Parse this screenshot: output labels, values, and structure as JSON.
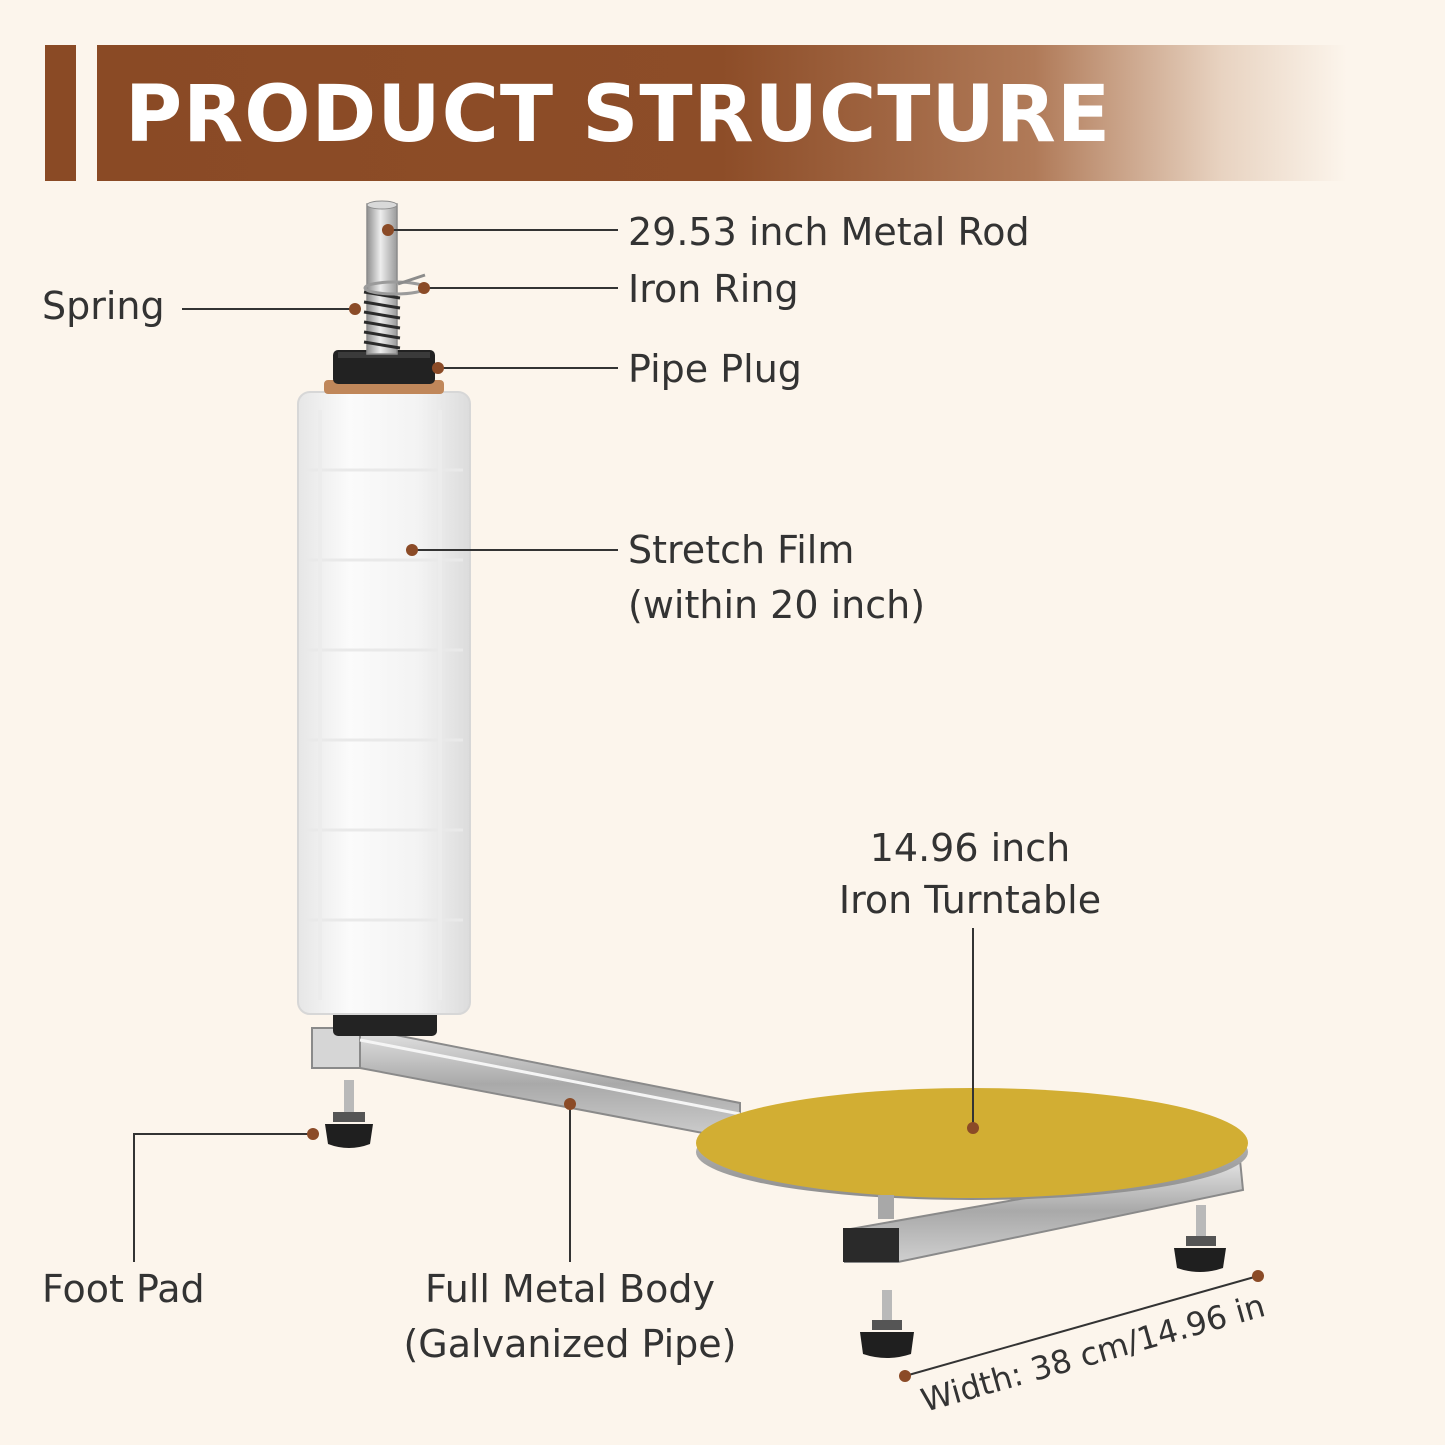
{
  "title": "PRODUCT STRUCTURE",
  "labels": {
    "metal_rod": "29.53 inch Metal Rod",
    "iron_ring": "Iron Ring",
    "spring": "Spring",
    "pipe_plug": "Pipe Plug",
    "stretch_film_line1": "Stretch Film",
    "stretch_film_line2": "(within 20 inch)",
    "turntable_line1": "14.96 inch",
    "turntable_line2": "Iron Turntable",
    "foot_pad": "Foot Pad",
    "body_line1": "Full Metal Body",
    "body_line2": "(Galvanized Pipe)",
    "width": "Width: 38 cm/14.96 in"
  },
  "colors": {
    "brand_brown": "#8a4a25",
    "background": "#fcf5ec",
    "label_text": "#333333",
    "dot": "#8b4b27",
    "turntable": "#d2ae33"
  }
}
